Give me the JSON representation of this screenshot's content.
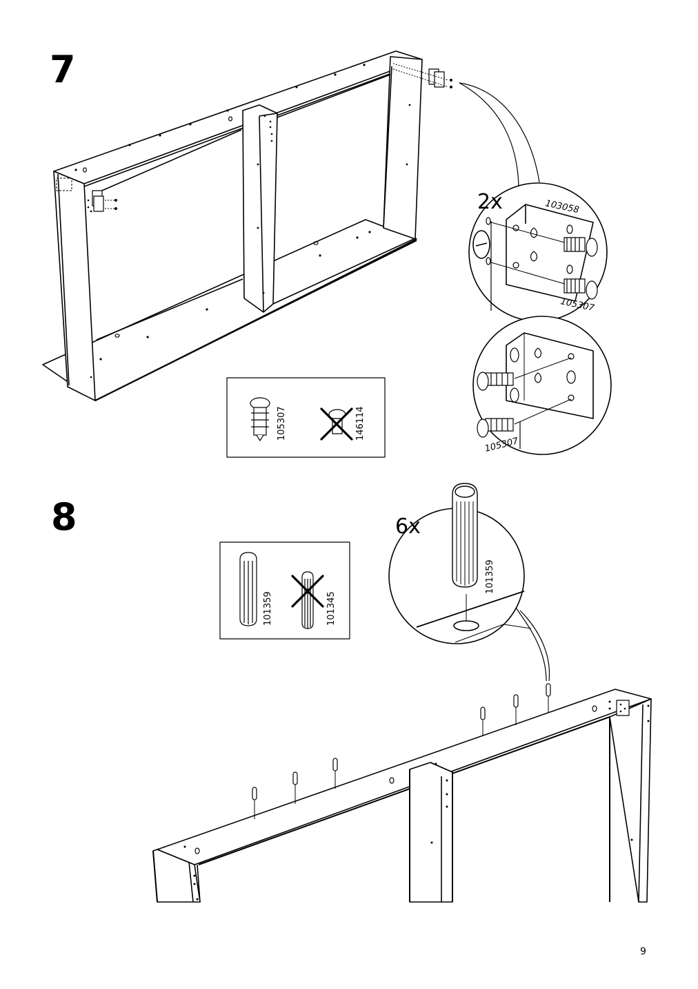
{
  "page": {
    "number": "9"
  },
  "steps": [
    {
      "number": "7",
      "callout_top": {
        "quantity": "2x",
        "bracket_part": "103058",
        "screw_part": "105307"
      },
      "callout_bottom": {
        "screw_part": "105307"
      },
      "legend": {
        "correct_part": "105307",
        "wrong_part": "146114"
      }
    },
    {
      "number": "8",
      "callout": {
        "quantity": "6x",
        "dowel_part": "101359"
      },
      "legend": {
        "correct_part": "101359",
        "wrong_part": "101345"
      }
    }
  ]
}
